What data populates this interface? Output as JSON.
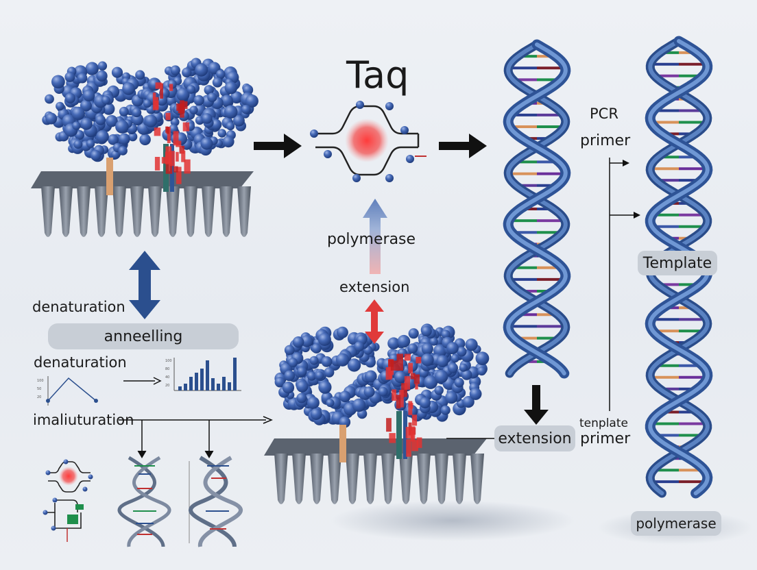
{
  "labels": {
    "taq": "Taq",
    "pcr": "PCR",
    "primer_top": "primer",
    "polymerase_mid": "polymerase",
    "extension_mid": "extension",
    "denaturation_1": "denaturation",
    "annealing": "anneelling",
    "denaturation_2": "denaturation",
    "imaliuturation": "imaliuturation",
    "template_pill": "Template",
    "extension_pill": "extension",
    "template_small": "tenplate",
    "primer_bottom": "primer",
    "polymerase_pill": "polymerase"
  },
  "colors": {
    "protein_blue": "#3f63ad",
    "helix_blue": "#4a72b3",
    "arrow_dark_blue": "#2b4f8e",
    "highlight_red": "#e53030",
    "pill_gray": "#c8ced6",
    "tube_gray": "#6f7784"
  }
}
